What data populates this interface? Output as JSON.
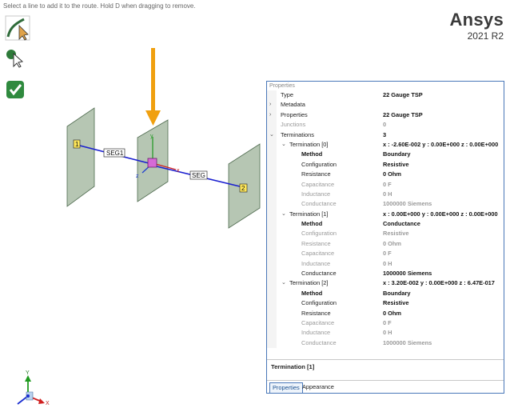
{
  "hint": "Select a line to add it to the route. Hold D when dragging to remove.",
  "brand": {
    "name": "Ansys",
    "version": "2021 R2"
  },
  "toolbar": {
    "tools": [
      {
        "name": "draw-route-tool-icon"
      },
      {
        "name": "select-tool-icon"
      },
      {
        "name": "complete-check-icon"
      }
    ]
  },
  "viewport": {
    "segment_labels": [
      "SEG1",
      "SEG"
    ],
    "endpoint_labels": [
      "1",
      "2"
    ],
    "axis_labels": {
      "x": "x",
      "y": "y",
      "z": "z"
    },
    "triad_labels": {
      "x": "X",
      "y": "Y"
    },
    "colors": {
      "plane_fill": "#9db39a",
      "route_line": "#1a1fd0",
      "arrow": "#f0a010",
      "node": "#c050c0"
    }
  },
  "properties": {
    "title": "Properties",
    "rows": [
      {
        "key": "Type",
        "value": "22 Gauge TSP",
        "indent": 0,
        "caret": ""
      },
      {
        "key": "Metadata",
        "value": "",
        "indent": 0,
        "caret": ">"
      },
      {
        "key": "Properties",
        "value": "22 Gauge TSP",
        "indent": 0,
        "caret": ">"
      },
      {
        "key": "Junctions",
        "value": "0",
        "indent": 0,
        "caret": "",
        "dim": true
      },
      {
        "key": "Terminations",
        "value": "3",
        "indent": 0,
        "caret": "v"
      },
      {
        "key": "Termination [0]",
        "value": "x : -2.60E-002  y : 0.00E+000  z : 0.00E+000",
        "indent": 1,
        "caret": "v"
      },
      {
        "key": "Method",
        "value": "Boundary",
        "indent": 2,
        "caret": "",
        "bold": true
      },
      {
        "key": "Configuration",
        "value": "Resistive",
        "indent": 2,
        "caret": ""
      },
      {
        "key": "Resistance",
        "value": "0 Ohm",
        "indent": 2,
        "caret": ""
      },
      {
        "key": "Capacitance",
        "value": "0 F",
        "indent": 2,
        "caret": "",
        "dim": true
      },
      {
        "key": "Inductance",
        "value": "0 H",
        "indent": 2,
        "caret": "",
        "dim": true
      },
      {
        "key": "Conductance",
        "value": "1000000 Siemens",
        "indent": 2,
        "caret": "",
        "dim": true
      },
      {
        "key": "Termination [1]",
        "value": "x : 0.00E+000  y : 0.00E+000  z : 0.00E+000",
        "indent": 1,
        "caret": "v"
      },
      {
        "key": "Method",
        "value": "Conductance",
        "indent": 2,
        "caret": "",
        "bold": true
      },
      {
        "key": "Configuration",
        "value": "Resistive",
        "indent": 2,
        "caret": "",
        "dim": true
      },
      {
        "key": "Resistance",
        "value": "0 Ohm",
        "indent": 2,
        "caret": "",
        "dim": true
      },
      {
        "key": "Capacitance",
        "value": "0 F",
        "indent": 2,
        "caret": "",
        "dim": true
      },
      {
        "key": "Inductance",
        "value": "0 H",
        "indent": 2,
        "caret": "",
        "dim": true
      },
      {
        "key": "Conductance",
        "value": "1000000 Siemens",
        "indent": 2,
        "caret": ""
      },
      {
        "key": "Termination [2]",
        "value": "x : 3.20E-002  y : 0.00E+000  z : 6.47E-017",
        "indent": 1,
        "caret": "v"
      },
      {
        "key": "Method",
        "value": "Boundary",
        "indent": 2,
        "caret": "",
        "bold": true
      },
      {
        "key": "Configuration",
        "value": "Resistive",
        "indent": 2,
        "caret": ""
      },
      {
        "key": "Resistance",
        "value": "0 Ohm",
        "indent": 2,
        "caret": ""
      },
      {
        "key": "Capacitance",
        "value": "0 F",
        "indent": 2,
        "caret": "",
        "dim": true
      },
      {
        "key": "Inductance",
        "value": "0 H",
        "indent": 2,
        "caret": "",
        "dim": true
      },
      {
        "key": "Conductance",
        "value": "1000000 Siemens",
        "indent": 2,
        "caret": "",
        "dim": true
      }
    ],
    "description": "Termination [1]",
    "tabs": [
      {
        "label": "Properties",
        "active": true
      },
      {
        "label": "Appearance",
        "active": false
      }
    ]
  }
}
